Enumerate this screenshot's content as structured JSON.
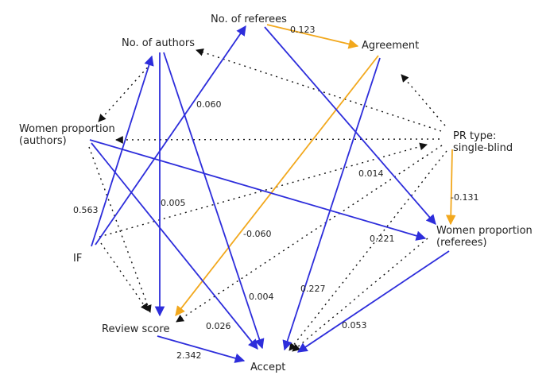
{
  "colors": {
    "positive": "#2d2ddb",
    "negative": "#f2a81d",
    "dotted": "#111111",
    "text": "#222222",
    "background": "#ffffff"
  },
  "nodes": {
    "referees": {
      "label": "No. of referees"
    },
    "agreement": {
      "label": "Agreement"
    },
    "authors": {
      "label": "No. of authors"
    },
    "women_authors": {
      "line1": "Women proportion",
      "line2": "(authors)"
    },
    "pr_type": {
      "line1": "PR type:",
      "line2": "single-blind"
    },
    "women_referees": {
      "line1": "Women proportion",
      "line2": "(referees)"
    },
    "if": {
      "label": "IF"
    },
    "review_score": {
      "label": "Review score"
    },
    "accept": {
      "label": "Accept"
    }
  },
  "edges": {
    "referees_agreement": {
      "label": "0.123",
      "color": "#f2a81d"
    },
    "if_referees": {
      "label": "0.060",
      "color": "#2d2ddb"
    },
    "authors_accept": {
      "label": "0.004",
      "color": "#2d2ddb"
    },
    "authors_review": {
      "label": "0.005",
      "color": "#2d2ddb"
    },
    "if_authors": {
      "label": "0.563",
      "color": "#2d2ddb"
    },
    "women_authors_women_referees": {
      "label": "0.014",
      "color": "#2d2ddb"
    },
    "pr_women_referees": {
      "label": "-0.131",
      "color": "#f2a81d"
    },
    "agreement_review": {
      "label": "-0.060",
      "color": "#f2a81d"
    },
    "referees_women_referees": {
      "label": "0.221",
      "color": "#2d2ddb"
    },
    "agreement_accept": {
      "label": "0.227",
      "color": "#2d2ddb"
    },
    "women_referees_accept": {
      "label": "0.053",
      "color": "#2d2ddb"
    },
    "women_authors_accept": {
      "label": "0.026",
      "color": "#2d2ddb"
    },
    "review_accept": {
      "label": "2.342",
      "color": "#2d2ddb"
    }
  }
}
